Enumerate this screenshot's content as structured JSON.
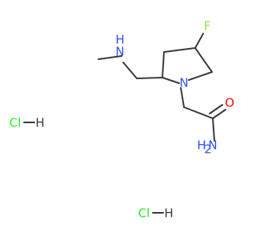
{
  "molecule": {
    "labels": {
      "fluorine": "F",
      "amine_n": "N",
      "amine_h": "H",
      "ring_n": "N",
      "carbonyl_o": "O",
      "amide_n": "N",
      "amide_h2": "H",
      "amide_sub2": "2"
    },
    "salts": [
      {
        "cl": "Cl",
        "dash": "—",
        "h": "H"
      },
      {
        "cl": "Cl",
        "dash": "—",
        "h": "H"
      }
    ]
  },
  "colors": {
    "bond": "#3b3b3b",
    "carbon_text": "#3b3b3b",
    "nitrogen": "#3050f8",
    "oxygen": "#ff0d0d",
    "fluorine": "#90e050",
    "chlorine": "#1ff01f"
  }
}
